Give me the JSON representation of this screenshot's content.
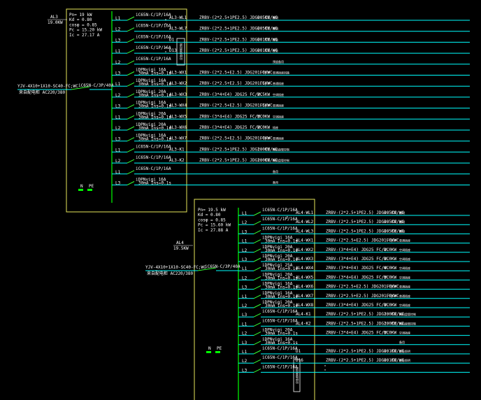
{
  "colors": {
    "frame": "#e6e65a",
    "bus": "#00ff00",
    "wire": "#00ffff",
    "text": "#ffffff",
    "switch": "#33ff33"
  },
  "panels": [
    {
      "id": "AL3",
      "tag": "AL3",
      "tag_power": "19.0KW",
      "params": [
        "Pn= 19 kW",
        "Kd = 0.80",
        "cosφ = 0.85",
        "Pc = 15.20 kW",
        "Ic = 27.17 A"
      ],
      "incoming_cable": "YJV-4X10+1X10-SC40-FC;WC",
      "incoming_source": "来自配电柜 AC220/380",
      "main_breaker": "iC65N-C/3P/40A",
      "neutral_labels": [
        "N",
        "PE"
      ],
      "circuits": [
        {
          "phase": "L1",
          "breaker": "iC65N-C/1P/16A",
          "rcd": "",
          "id": "AL3-WL1",
          "cable": "ZRBV-(2*2.5+1PE2.5) JDG20 CC/WC",
          "power": "0.5KW",
          "use": "照明"
        },
        {
          "phase": "L2",
          "breaker": "iC65N-C/1P/16A",
          "rcd": "",
          "id": "AL3-WL7",
          "cable": "ZRBV-(2*2.5+1PE2.5) JDG20 CC/WC",
          "power": "0.5KW",
          "use": "照明"
        },
        {
          "phase": "L3",
          "breaker": "iC65N-C/1P/16A",
          "rcd": "",
          "id": "D1",
          "cable": "ZRBV-(2*2.5+1PE2.5) JDG20 CC/WC",
          "power": "0.1KW",
          "use": "应急"
        },
        {
          "phase": "L1",
          "breaker": "iC65N-C/1P/16A",
          "rcd": "",
          "id": "D13",
          "cable": "ZRBV-(2*2.5+1PE2.5) JDG20 CC/WC",
          "power": "0.1KW",
          "use": "应急"
        },
        {
          "phase": "L2",
          "breaker": "iC65N-C/1P/16A",
          "rcd": "",
          "id": "",
          "cable": "",
          "power": "",
          "use": "预留备用"
        },
        {
          "phase": "L3",
          "breaker": "iDPNvigi 16A",
          "rcd": "30mA Ins=0.1s",
          "id": "AL3-WX1",
          "cable": "ZRBV-(2*2.5+E2.5) JDG20 FC/WC",
          "power": "1.0KW",
          "use": "普通插座回路"
        },
        {
          "phase": "L1",
          "breaker": "iDPNvigi 16A",
          "rcd": "30mA Ins=0.1s",
          "id": "AL3-WX2",
          "cable": "ZRBV-(2*2.5+E2.5) JDG20 FC/WC",
          "power": "1.5KW",
          "use": "普通插座"
        },
        {
          "phase": "L2",
          "breaker": "iDPNvigi 20A",
          "rcd": "30mA Ins=0.1s",
          "id": "AL3-WX3",
          "cable": "ZRBV-(3*4+E4) JDG25 FC/WC",
          "power": "2.5KW",
          "use": "空调插座"
        },
        {
          "phase": "L3",
          "breaker": "iDPNvigi 16A",
          "rcd": "30mA Ins=0.1s",
          "id": "AL3-WX4",
          "cable": "ZRBV-(2*2.5+E2.5) JDG20 FC/WC",
          "power": "1.5KW",
          "use": "普通插座"
        },
        {
          "phase": "L1",
          "breaker": "iDPNvigi 20A",
          "rcd": "30mA Ins=0.1s",
          "id": "AL3-WX5",
          "cable": "ZRBV-(3*4+E4) JDG25 FC/WC",
          "power": "3.0KW",
          "use": "空调插座"
        },
        {
          "phase": "L2",
          "breaker": "iDPNvigi 20A",
          "rcd": "30mA Ins=0.1s",
          "id": "AL3-WX6",
          "cable": "ZRBV-(3*4+E4) JDG25 FC/WC",
          "power": "2.0KW",
          "use": "插座"
        },
        {
          "phase": "L3",
          "breaker": "iDPNvigi 16A",
          "rcd": "30mA Ins=0.1s",
          "id": "AL3-WX7",
          "cable": "ZRBV-(2*2.5+E2.5) JDG20 FC/WC",
          "power": "1.0KW",
          "use": "普通插座"
        },
        {
          "phase": "L1",
          "breaker": "iC65N-C/1P/16A",
          "rcd": "",
          "id": "AL3-K1",
          "cable": "ZRBV-(2*2.5+1PE2.5) JDG20 CC/WC",
          "power": "1.0KW",
          "use": "风机盘管控制"
        },
        {
          "phase": "L2",
          "breaker": "iC65N-C/1P/16A",
          "rcd": "",
          "id": "AL3-K2",
          "cable": "ZRBV-(2*2.5+1PE2.5) JDG20 CC/WC",
          "power": "1.0KW",
          "use": "风机盘管控制"
        },
        {
          "phase": "L1",
          "breaker": "iC65N-C/1P/16A",
          "rcd": "",
          "id": "",
          "cable": "",
          "power": "",
          "use": "备用"
        },
        {
          "phase": "L3",
          "breaker": "iDPNvigi 16A",
          "rcd": "30mA Ins=0.1s",
          "id": "",
          "cable": "",
          "power": "",
          "use": "备用"
        }
      ],
      "vertical_box_label": "应急照明控制"
    },
    {
      "id": "AL4",
      "tag": "AL4",
      "tag_power": "19.5KW",
      "params": [
        "Pn= 19.5 kW",
        "Kd = 0.80",
        "cosφ = 0.85",
        "Pc = 15.60 kW",
        "Ic = 27.88 A"
      ],
      "incoming_cable": "YJV-4X10+1X10-SC40-FC;WC",
      "incoming_source": "来自配电柜 AC220/380",
      "main_breaker": "iC65N-C/3P/40A",
      "neutral_labels": [
        "N",
        "PE"
      ],
      "circuits": [
        {
          "phase": "L1",
          "breaker": "iC65N-C/1P/16A",
          "rcd": "",
          "id": "AL4-WL1",
          "cable": "ZRBV-(2*2.5+1PE2.5) JDG20 CC/WC",
          "power": "0.5KW",
          "use": "照明"
        },
        {
          "phase": "L2",
          "breaker": "iC65N-C/1P/16A",
          "rcd": "",
          "id": "AL4-WL2",
          "cable": "ZRBV-(2*2.5+1PE2.5) JDG20 CC/WC",
          "power": "0.5KW",
          "use": "照明"
        },
        {
          "phase": "L3",
          "breaker": "iC65N-C/1P/16A",
          "rcd": "",
          "id": "AL4-WL3",
          "cable": "ZRBV-(2*2.5+1PE2.5) JDG20 CC/WC",
          "power": "0.5KW",
          "use": "照明"
        },
        {
          "phase": "L1",
          "breaker": "iDPNvigi 16A",
          "rcd": "30mA Ins=0.1s",
          "id": "AL4-WX1",
          "cable": "ZRBV-(2*2.5+E2.5) JDG20 FC/WC",
          "power": "1.0KW",
          "use": "普通插座"
        },
        {
          "phase": "L2",
          "breaker": "iDPNvigi 20A",
          "rcd": "30mA Ins=0.1s",
          "id": "AL4-WX2",
          "cable": "ZRBV-(3*4+E4) JDG25 FC/WC",
          "power": "2.0KW",
          "use": "空调插座"
        },
        {
          "phase": "L3",
          "breaker": "iDPNvigi 20A",
          "rcd": "30mA Ins=0.1s",
          "id": "AL4-WX3",
          "cable": "ZRBV-(3*4+E4) JDG25 FC/WC",
          "power": "3.0KW",
          "use": "空调插座"
        },
        {
          "phase": "L1",
          "breaker": "iDPNvigi 25A",
          "rcd": "30mA Ins=0.1s",
          "id": "AL4-WX4",
          "cable": "ZRBV-(3*4+E4) JDG25 FC/WC",
          "power": "4.0KW",
          "use": "空调插座"
        },
        {
          "phase": "L2",
          "breaker": "iDPNvigi 20A",
          "rcd": "30mA Ins=0.1s",
          "id": "AL4-WX5",
          "cable": "ZRBV-(3*4+E4) JDG25 FC/WC",
          "power": "3.0KW",
          "use": "空调插座"
        },
        {
          "phase": "L3",
          "breaker": "iDPNvigi 16A",
          "rcd": "30mA Ins=0.1s",
          "id": "AL4-WX6",
          "cable": "ZRBV-(2*2.5+E2.5) JDG20 FC/WC",
          "power": "1.0KW",
          "use": "普通插座"
        },
        {
          "phase": "L1",
          "breaker": "iDPNvigi 16A",
          "rcd": "30mA Ins=0.1s",
          "id": "AL4-WX7",
          "cable": "ZRBV-(2*2.5+E2.5) JDG20 FC/WC",
          "power": "1.0KW",
          "use": "普通插座"
        },
        {
          "phase": "L2",
          "breaker": "iDPNvigi 20A",
          "rcd": "30mA Ins=0.1s",
          "id": "AL4-WX8",
          "cable": "ZRBV-(3*4+E4) JDG25 FC/WC",
          "power": "3.0KW",
          "use": "空调插座"
        },
        {
          "phase": "L3",
          "breaker": "iC65N-C/1P/16A",
          "rcd": "",
          "id": "AL4-K1",
          "cable": "ZRBV-(2*2.5+1PE2.5) JDG20 CC/WC",
          "power": "1.0KW",
          "use": "风机盘管控制"
        },
        {
          "phase": "L1",
          "breaker": "iC65N-C/1P/16A",
          "rcd": "",
          "id": "AL4-K2",
          "cable": "ZRBV-(2*2.5+1PE2.5) JDG20 CC/WC",
          "power": "1.0KW",
          "use": "风机盘管控制"
        },
        {
          "phase": "L2",
          "breaker": "iDPNvigi 20A",
          "rcd": "30mA Ins=0.1s",
          "id": "",
          "cable": "ZRBV-(3*4+E4) JDG25 FC/WC",
          "power": "3.0KW",
          "use": "空调插座"
        },
        {
          "phase": "L3",
          "breaker": "iDPNvigi 16A",
          "rcd": "30mA Ins=0.1s",
          "id": "",
          "cable": "",
          "power": "",
          "use": "备用"
        },
        {
          "phase": "L1",
          "breaker": "iC65N-C/1P/16A",
          "rcd": "",
          "id": "D1",
          "cable": "ZRBV-(2*2.5+1PE2.5) JDG20 CC/WC",
          "power": "0.1KW",
          "use": "应急照明"
        },
        {
          "phase": "L2",
          "breaker": "iC65N-C/1P/16A",
          "rcd": "",
          "id": "D16",
          "cable": "ZRBV-(2*2.5+1PE2.5) JDG20 CC/WC",
          "power": "0.1KW",
          "use": "应急照明"
        },
        {
          "phase": "L3",
          "breaker": "iC65N-C/1P/16A",
          "rcd": "",
          "id": "",
          "cable": "",
          "power": "",
          "use": ""
        }
      ],
      "vertical_box_label": "应急照明控制"
    }
  ]
}
